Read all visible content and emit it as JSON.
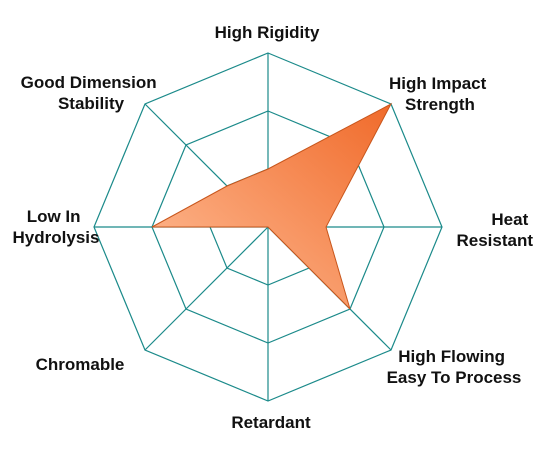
{
  "chart_data": {
    "type": "radar",
    "title": "",
    "axes": [
      {
        "label_lines": [
          "High Rigidity"
        ]
      },
      {
        "label_lines": [
          "High Impact",
          "Strength"
        ]
      },
      {
        "label_lines": [
          "Heat",
          "Resistant"
        ]
      },
      {
        "label_lines": [
          "High Flowing",
          "Easy To Process"
        ]
      },
      {
        "label_lines": [
          "Retardant"
        ]
      },
      {
        "label_lines": [
          "Chromable"
        ]
      },
      {
        "label_lines": [
          "Low In",
          "Hydrolysis"
        ]
      },
      {
        "label_lines": [
          "Good Dimension",
          "Stability"
        ]
      }
    ],
    "rings": 3,
    "max": 3,
    "grid": true,
    "legend": "none",
    "series": [
      {
        "values": [
          1,
          3,
          1,
          2,
          0,
          0,
          2,
          1
        ]
      }
    ],
    "colors": {
      "grid": "#1b8a8a",
      "fill_light": "#ffc09a",
      "fill_dark": "#f06a2a",
      "stroke": "#c8561c",
      "label": "#111111"
    }
  }
}
